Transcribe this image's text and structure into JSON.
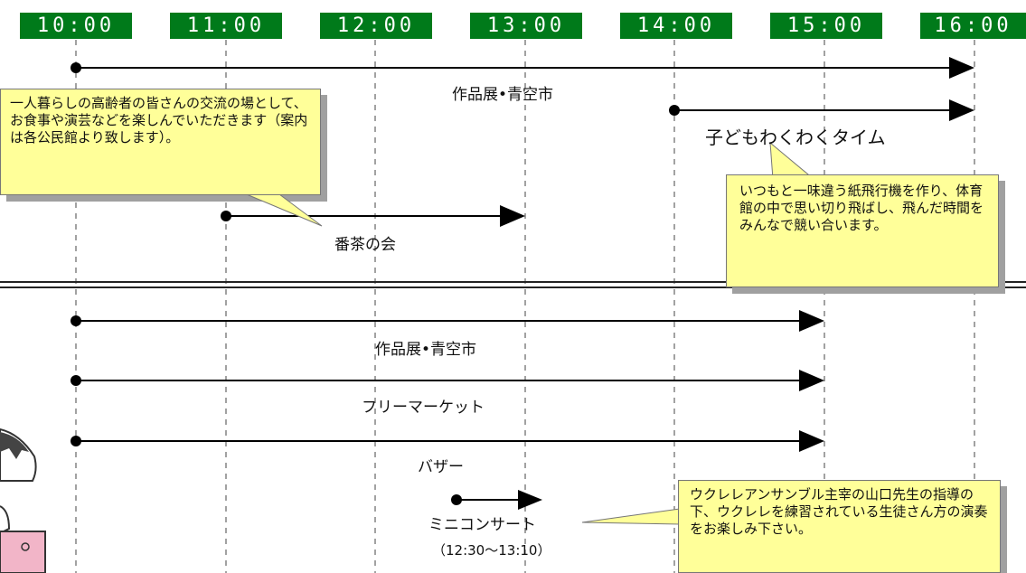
{
  "times": [
    "10:00",
    "11:00",
    "12:00",
    "13:00",
    "14:00",
    "15:00",
    "16:00"
  ],
  "upper_events": [
    {
      "label": "作品展•青空市"
    },
    {
      "label": "子どもわくわくタイム"
    },
    {
      "label": "番茶の会"
    }
  ],
  "lower_events": [
    {
      "label": "作品展•青空市"
    },
    {
      "label": "フリーマーケット"
    },
    {
      "label": "バザー"
    },
    {
      "label": "ミニコンサート",
      "sub": "（12:30〜13:10）"
    }
  ],
  "notes": {
    "elderly": "一人暮らしの高齢者の皆さんの交流の場として、お食事や演芸などを楽しんでいただきます（案内は各公民館より致します）。",
    "kids": "いつもと一味違う紙飛行機を作り、体育館の中で思い切り飛ばし、飛んだ時間をみんなで競い合います。",
    "concert": "ウクレレアンサンブル主宰の山口先生の指導の下、ウクレレを練習されている生徒さん方の演奏をお楽しみ下さい。"
  },
  "colors": {
    "time_bg": "#007a1a",
    "note_bg": "#ffff99"
  }
}
